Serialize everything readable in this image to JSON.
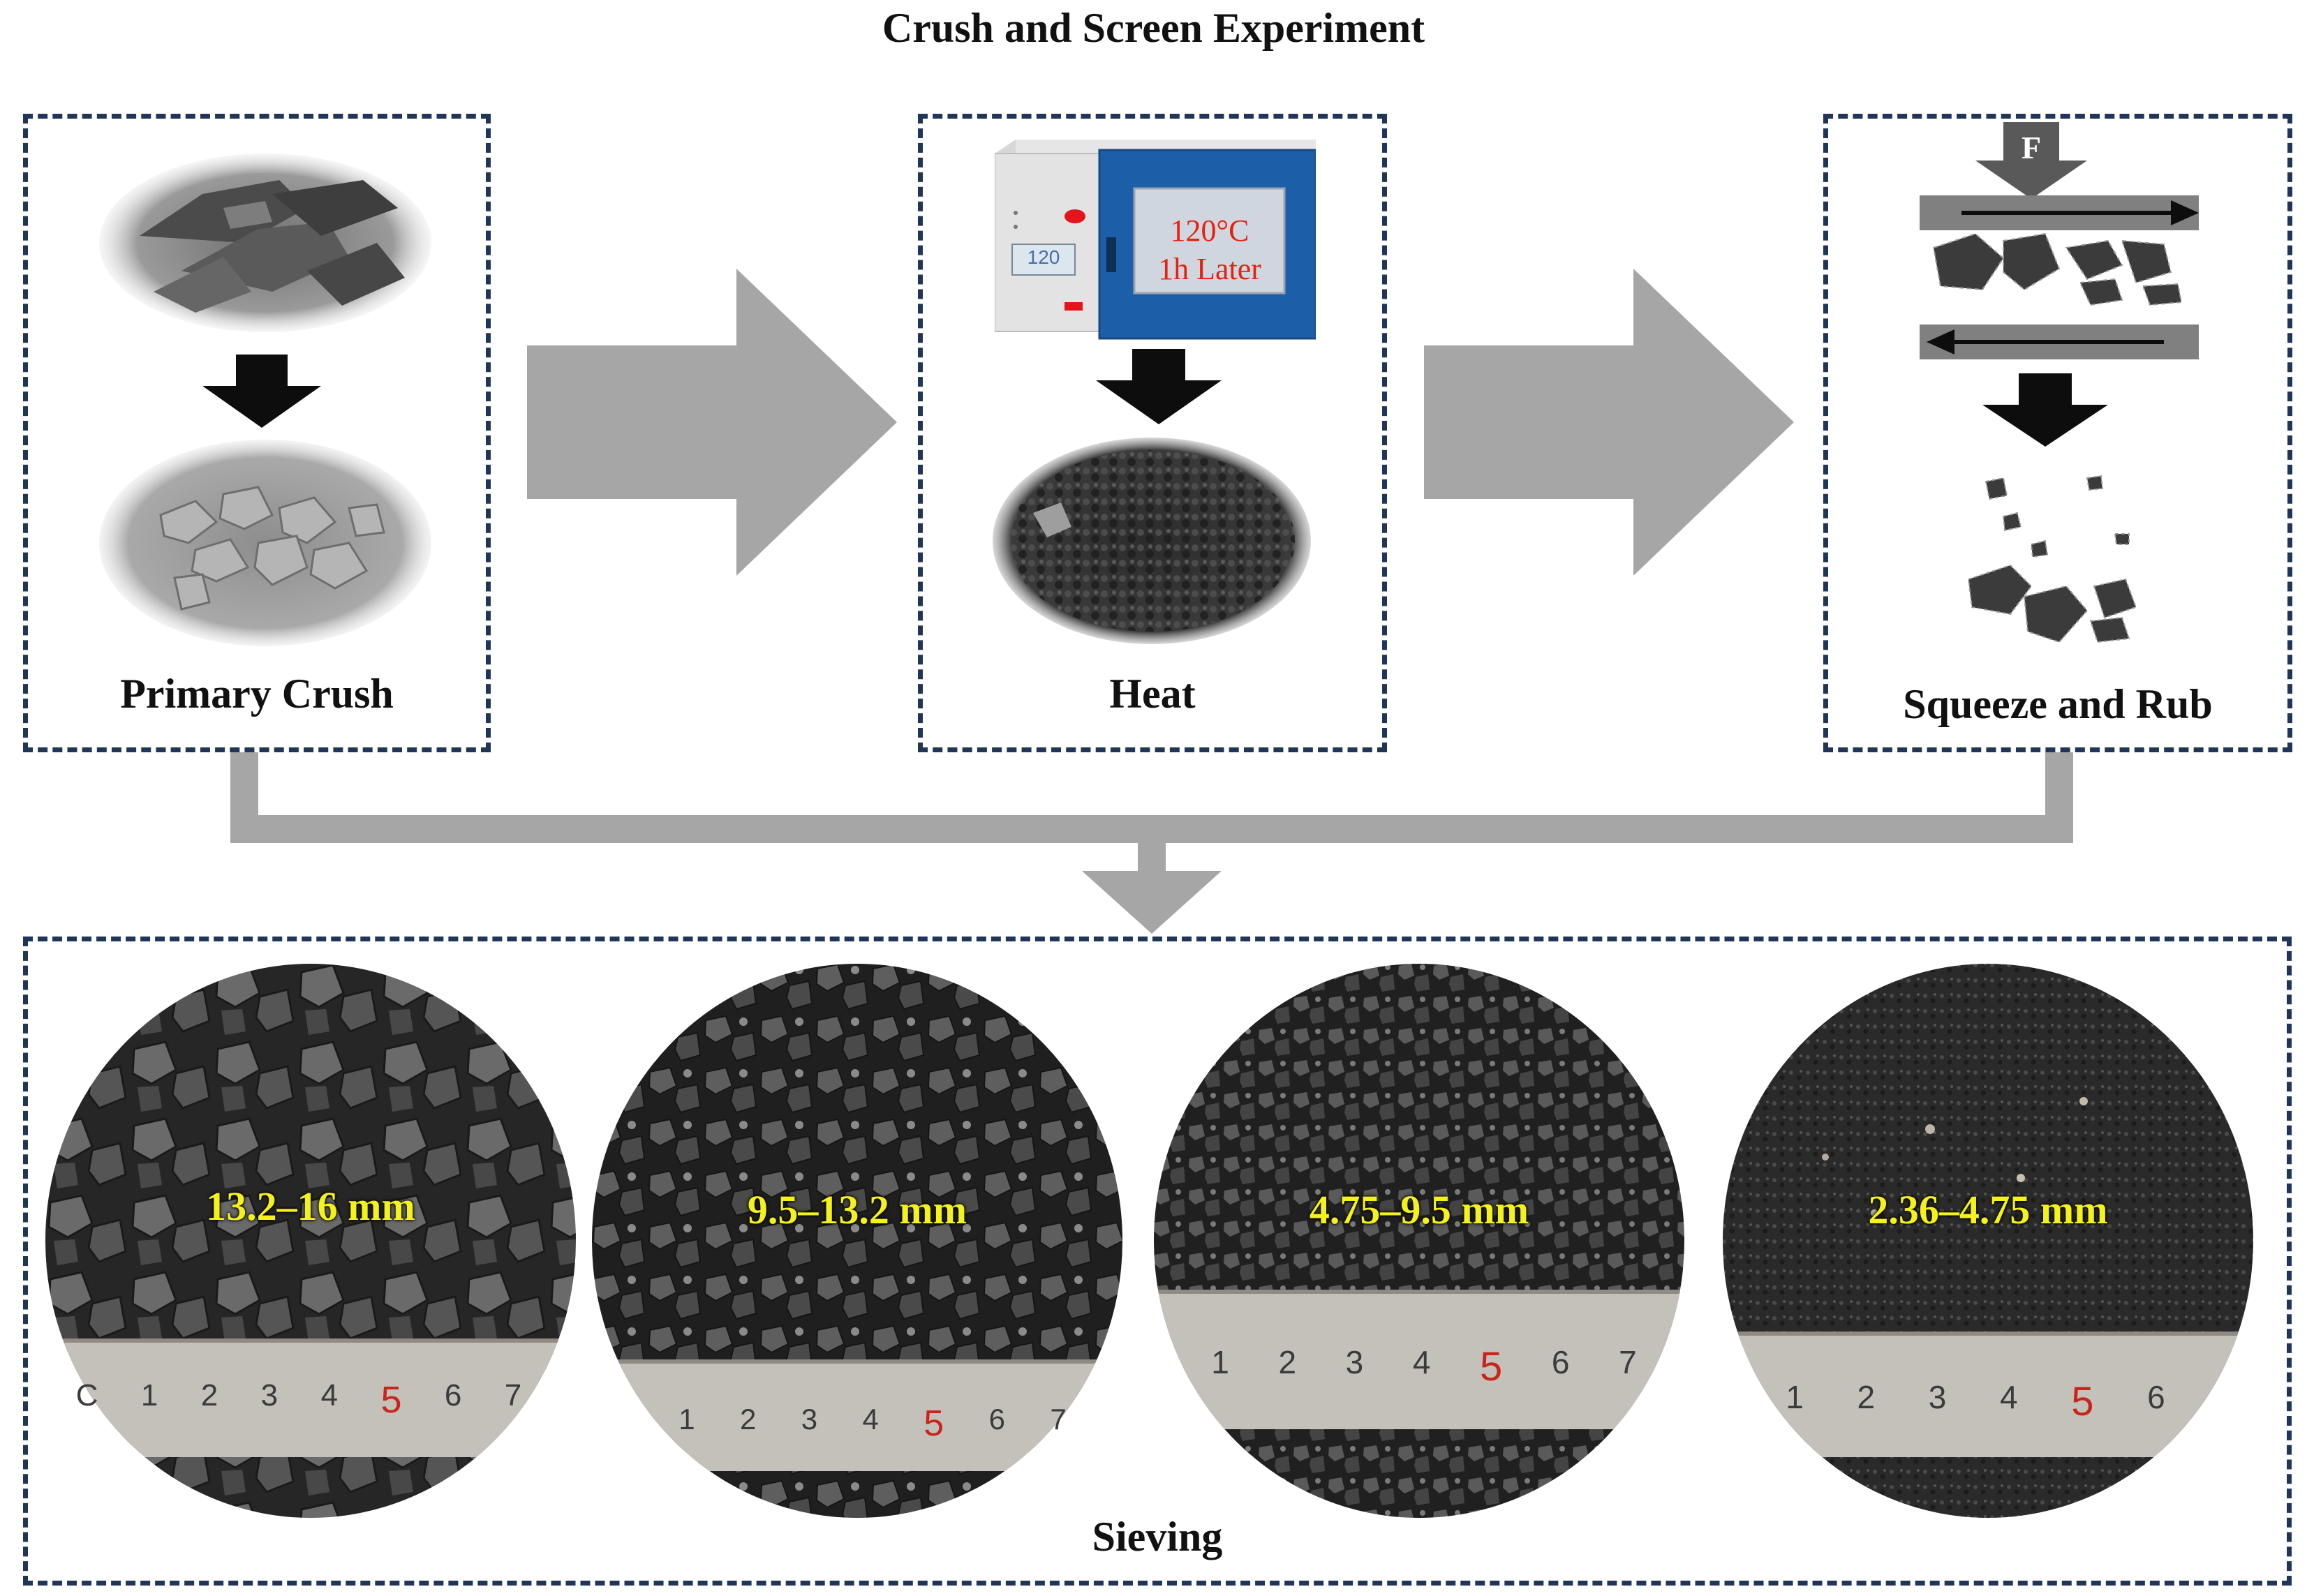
{
  "title": "Crush and Screen Experiment",
  "stages": [
    {
      "id": "primary",
      "caption": "Primary Crush"
    },
    {
      "id": "heat",
      "caption": "Heat",
      "oven_display_temp": "120°C",
      "oven_display_time": "1h Later",
      "oven_panel_reading": "120"
    },
    {
      "id": "squeeze",
      "caption": "Squeeze and Rub",
      "force_label": "F"
    }
  ],
  "sieving": {
    "caption": "Sieving",
    "fractions": [
      {
        "label": "13.2–16 mm",
        "ruler": [
          "C",
          "1",
          "2",
          "3",
          "4",
          "5",
          "6",
          "7"
        ]
      },
      {
        "label": "9.5–13.2 mm",
        "ruler": [
          "1",
          "2",
          "3",
          "4",
          "5",
          "6",
          "7"
        ]
      },
      {
        "label": "4.75–9.5 mm",
        "ruler": [
          "1",
          "2",
          "3",
          "4",
          "5",
          "6",
          "7"
        ]
      },
      {
        "label": "2.36–4.75 mm",
        "ruler": [
          "1",
          "2",
          "3",
          "4",
          "5",
          "6"
        ]
      }
    ]
  },
  "colors": {
    "frame_border": "#1f3659",
    "flow_arrow": "#a6a6a6",
    "label_yellow": "#f4f21a",
    "oven_door": "#1c5fa8",
    "oven_text": "#e8200c"
  }
}
